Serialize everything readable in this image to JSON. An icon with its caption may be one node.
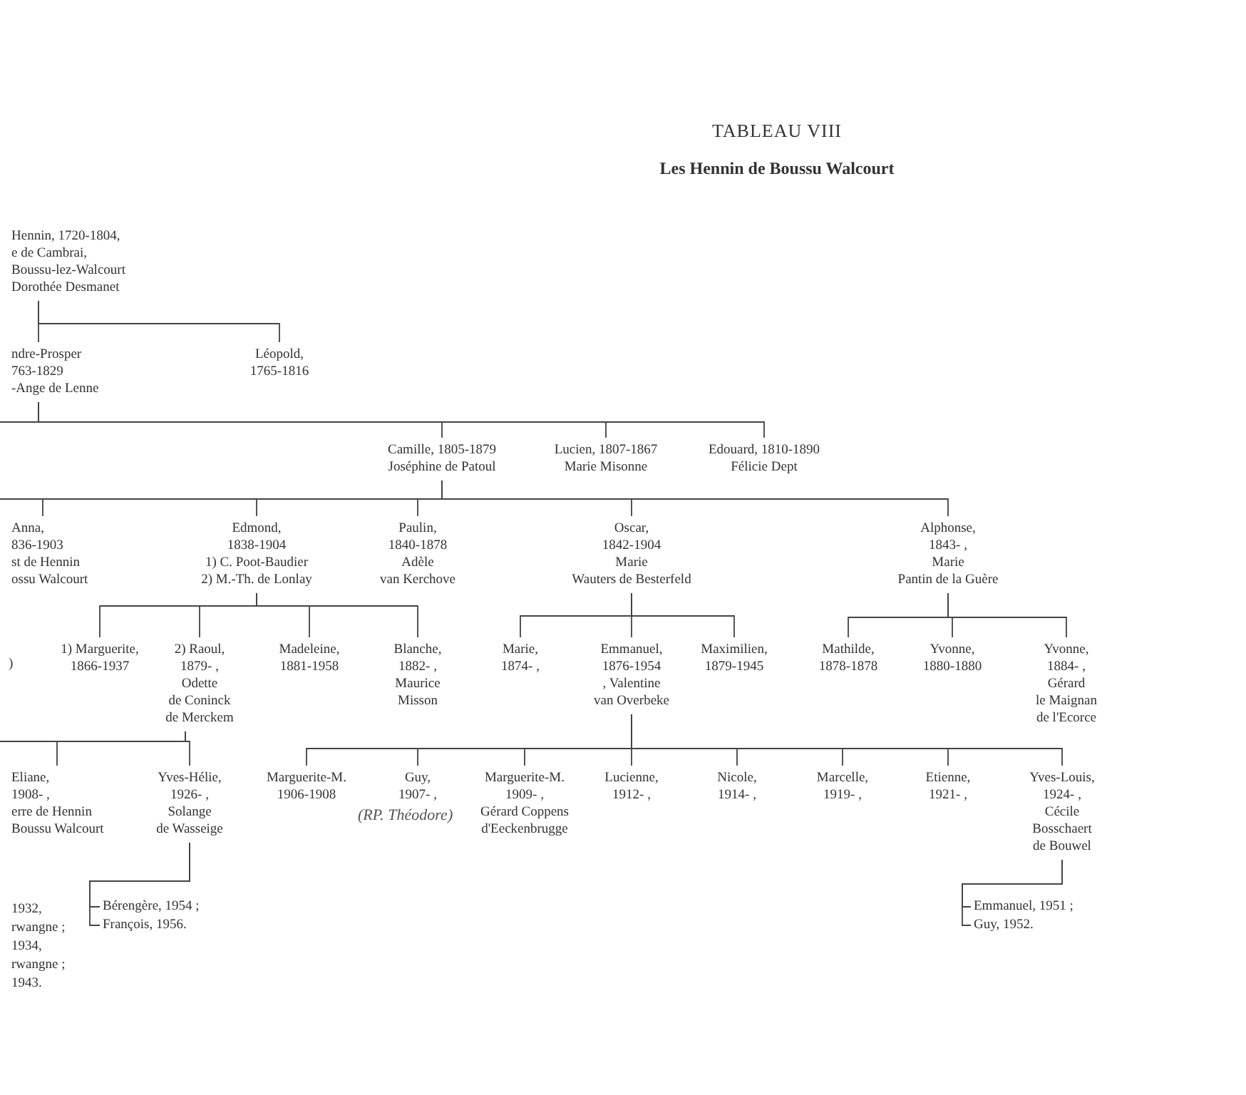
{
  "diagram": {
    "title": "TABLEAU VIII",
    "nodes": [
      {
        "text": [
          "Hennin, 1720-1804,",
          "e de Cambrai,",
          "Boussu-lez-Walcourt",
          "Dorothée Desmanet"
        ]
      },
      {
        "text": [
          "ndre-Prosper",
          "763-1829",
          "-Ange de Lenne"
        ]
      },
      {
        "text": [
          "Léopold,",
          "1765-1816"
        ]
      },
      {
        "text": [
          "Camille, 1805-1879",
          "Joséphine de Patoul"
        ]
      },
      {
        "text": [
          "Lucien, 1807-1867",
          "Marie Misonne"
        ]
      },
      {
        "text": [
          "Edouard, 1810-1890",
          "Félicie Dept"
        ]
      },
      {
        "text": [
          "Anna,",
          "836-1903",
          "st de Hennin",
          "ossu Walcourt"
        ]
      },
      {
        "text": [
          "Edmond,",
          "1838-1904",
          "1) C. Poot-Baudier",
          "2) M.-Th. de Lonlay"
        ]
      },
      {
        "text": [
          "Paulin,",
          "1840-1878",
          "Adèle",
          "van Kerchove"
        ]
      },
      {
        "text": [
          "Oscar,",
          "1842-1904",
          "Marie",
          "Wauters de Besterfeld"
        ]
      },
      {
        "text": [
          "Alphonse,",
          "1843- ,",
          "Marie",
          "Pantin de la Guère"
        ]
      },
      {
        "text": [
          "1) Marguerite,",
          "1866-1937"
        ]
      },
      {
        "text": [
          "2) Raoul,",
          "1879- ,",
          "Odette",
          "de Coninck",
          "de Merckem"
        ]
      },
      {
        "text": [
          "Madeleine,",
          "1881-1958"
        ]
      },
      {
        "text": [
          "Blanche,",
          "1882- ,",
          "Maurice",
          "Misson"
        ]
      },
      {
        "text": [
          "Marie,",
          "1874- ,"
        ]
      },
      {
        "text": [
          "Emmanuel,",
          "1876-1954",
          ", Valentine",
          "van Overbeke"
        ]
      },
      {
        "text": [
          "Maximilien,",
          "1879-1945"
        ]
      },
      {
        "text": [
          "Mathilde,",
          "1878-1878"
        ]
      },
      {
        "text": [
          "Yvonne,",
          "1880-1880"
        ]
      },
      {
        "text": [
          "Yvonne,",
          "1884- ,",
          "Gérard",
          "le Maignan",
          "de l'Ecorce"
        ]
      },
      {
        "text": [
          "Eliane,",
          "1908- ,",
          "erre de Hennin",
          "Boussu Walcourt"
        ]
      },
      {
        "text": [
          "Yves-Hélie,",
          "1926- ,",
          "Solange",
          "de Wasseige"
        ]
      },
      {
        "text": [
          "Marguerite-M.",
          "1906-1908"
        ]
      },
      {
        "text": [
          "Guy,",
          "1907- ,"
        ],
        "beside": [
          "(RP. Théodore)"
        ]
      },
      {
        "text": [
          "Marguerite-M.",
          "1909- ,",
          "Gérard Coppens",
          "d'Eeckenbrugge"
        ]
      },
      {
        "text": [
          "Lucienne,",
          "1912- ,"
        ]
      },
      {
        "text": [
          "Nicole,",
          "1914- ,"
        ]
      },
      {
        "text": [
          "Marcelle,",
          "1919- ,"
        ]
      },
      {
        "text": [
          "Etienne,",
          "1921- ,"
        ]
      },
      {
        "text": [
          "Yves-Louis,",
          "1924- ,",
          "Cécile",
          "Bosschaert",
          "de Bouwel"
        ]
      },
      {
        "text": [
          "Bérengère, 1954 ;"
        ]
      },
      {
        "text": [
          "François, 1956."
        ]
      },
      {
        "text": [
          "Emmanuel, 1951 ;"
        ]
      },
      {
        "text": [
          "Guy, 1952."
        ]
      }
    ],
    "edges": [
      {
        "from": 0,
        "to": 1,
        "arrow": "none"
      },
      {
        "from": 0,
        "to": 2,
        "arrow": "none"
      },
      {
        "from": 1,
        "to": 3,
        "arrow": "none"
      },
      {
        "from": 1,
        "to": 4,
        "arrow": "none"
      },
      {
        "from": 1,
        "to": 5,
        "arrow": "none"
      },
      {
        "from": 3,
        "to": 6,
        "arrow": "none"
      },
      {
        "from": 3,
        "to": 7,
        "arrow": "none"
      },
      {
        "from": 3,
        "to": 8,
        "arrow": "none"
      },
      {
        "from": 3,
        "to": 9,
        "arrow": "none"
      },
      {
        "from": 3,
        "to": 10,
        "arrow": "none"
      },
      {
        "from": 7,
        "to": 11,
        "arrow": "none"
      },
      {
        "from": 7,
        "to": 12,
        "arrow": "none"
      },
      {
        "from": 7,
        "to": 13,
        "arrow": "none"
      },
      {
        "from": 7,
        "to": 14,
        "arrow": "none"
      },
      {
        "from": 9,
        "to": 15,
        "arrow": "none"
      },
      {
        "from": 9,
        "to": 16,
        "arrow": "none"
      },
      {
        "from": 9,
        "to": 17,
        "arrow": "none"
      },
      {
        "from": 10,
        "to": 18,
        "arrow": "none"
      },
      {
        "from": 10,
        "to": 19,
        "arrow": "none"
      },
      {
        "from": 10,
        "to": 20,
        "arrow": "none"
      },
      {
        "from": 12,
        "to": 21,
        "arrow": "none"
      },
      {
        "from": 12,
        "to": 22,
        "arrow": "none"
      },
      {
        "from": 16,
        "to": 23,
        "arrow": "none"
      },
      {
        "from": 16,
        "to": 24,
        "arrow": "none"
      },
      {
        "from": 16,
        "to": 25,
        "arrow": "none"
      },
      {
        "from": 16,
        "to": 26,
        "arrow": "none"
      },
      {
        "from": 16,
        "to": 27,
        "arrow": "none"
      },
      {
        "from": 16,
        "to": 28,
        "arrow": "none"
      },
      {
        "from": 16,
        "to": 29,
        "arrow": "none"
      },
      {
        "from": 16,
        "to": 30,
        "arrow": "none"
      },
      {
        "from": 22,
        "to": 31,
        "arrow": "none"
      },
      {
        "from": 22,
        "to": 32,
        "arrow": "none"
      },
      {
        "from": 30,
        "to": 33,
        "arrow": "none"
      },
      {
        "from": 30,
        "to": 34,
        "arrow": "none"
      }
    ],
    "labels": [
      "Les Hennin de Boussu Walcourt",
      ")",
      "1932,",
      "rwangne ;",
      "1934,",
      "rwangne ;",
      "1943."
    ]
  }
}
